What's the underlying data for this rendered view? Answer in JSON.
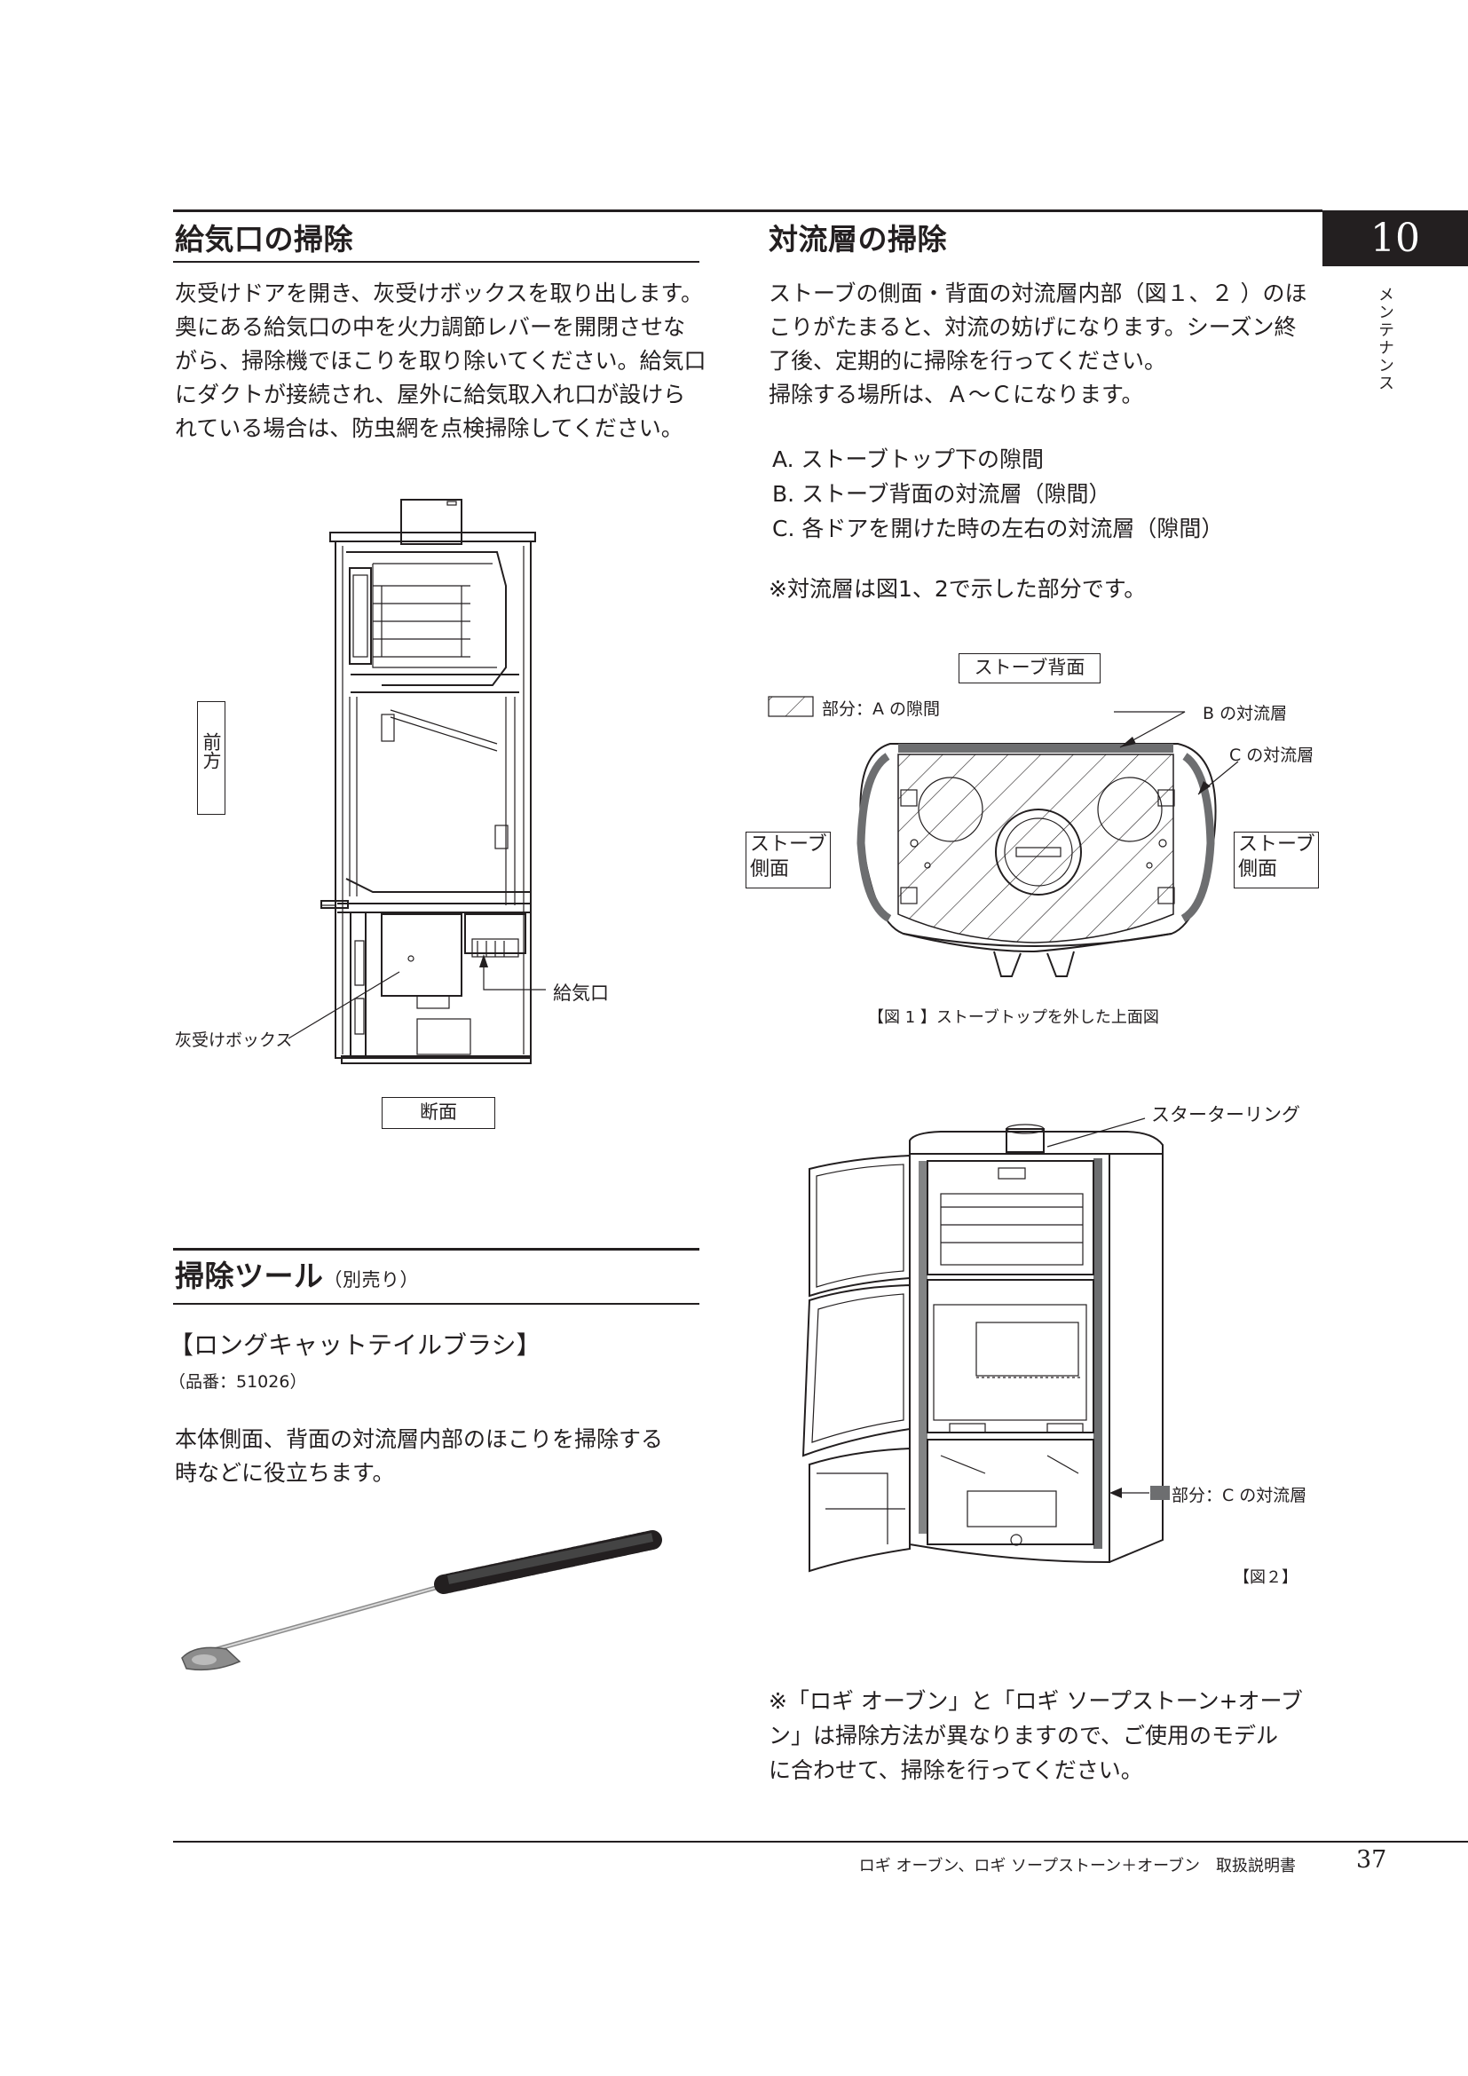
{
  "chapter": {
    "number": "10",
    "label": "メンテナンス"
  },
  "left": {
    "air_intake": {
      "title": "給気口の掃除",
      "lines": [
        "灰受けドアを開き、灰受けボックスを取り出します。",
        "奥にある給気口の中を火力調節レバーを開閉させな",
        "がら、掃除機でほこりを取り除いてください。給気口",
        "にダクトが接続され、屋外に給気取入れ口が設けら",
        "れている場合は、防虫網を点検掃除してください。"
      ],
      "figure": {
        "front_label": "前方",
        "ash_box_label": "灰受けボックス",
        "air_inlet_label": "給気口",
        "section_label": "断面"
      }
    },
    "tool": {
      "title": "掃除ツール",
      "title_note": "（別売り）",
      "product_name": "【ロングキャットテイルブラシ】",
      "product_number": "（品番：51026）",
      "lines": [
        "本体側面、背面の対流層内部のほこりを掃除する",
        "時などに役立ちます。"
      ]
    }
  },
  "right": {
    "convection": {
      "title": "対流層の掃除",
      "lines": [
        "ストーブの側面・背面の対流層内部（図１、２ ）のほ",
        "こりがたまると、対流の妨げになります。シーズン終",
        "了後、定期的に掃除を行ってください。",
        "掃除する場所は、Ａ～Ｃになります。"
      ],
      "items": [
        "A. ストーブトップ下の隙間",
        "B. ストーブ背面の対流層（隙間）",
        "C. 各ドアを開けた時の左右の対流層（隙間）"
      ],
      "note": "※対流層は図1、2で示した部分です。"
    },
    "figure1": {
      "back_label": "ストーブ背面",
      "legend_a": "部分：A の隙間",
      "label_b": "B の対流層",
      "label_c": "C の対流層",
      "side_left": [
        "ストーブ",
        "側面"
      ],
      "side_right": [
        "ストーブ",
        "側面"
      ],
      "caption": "【図 1 】ストーブトップを外した上面図"
    },
    "figure2": {
      "starter_ring": "スターターリング",
      "legend_c": "部分：C の対流層",
      "caption": "【図２】"
    },
    "footnote": [
      "※「ロギ オーブン」と「ロギ ソープストーン+オーブ",
      "ン」は掃除方法が異なりますので、ご使用のモデル",
      "に合わせて、掃除を行ってください。"
    ]
  },
  "footer": {
    "manual_title": "ロギ オーブン、ロギ ソープストーン＋オーブン　取扱説明書",
    "page_number": "37"
  },
  "colors": {
    "ink": "#231f20",
    "paper": "#ffffff",
    "legend_gray": "#6d6e70"
  }
}
